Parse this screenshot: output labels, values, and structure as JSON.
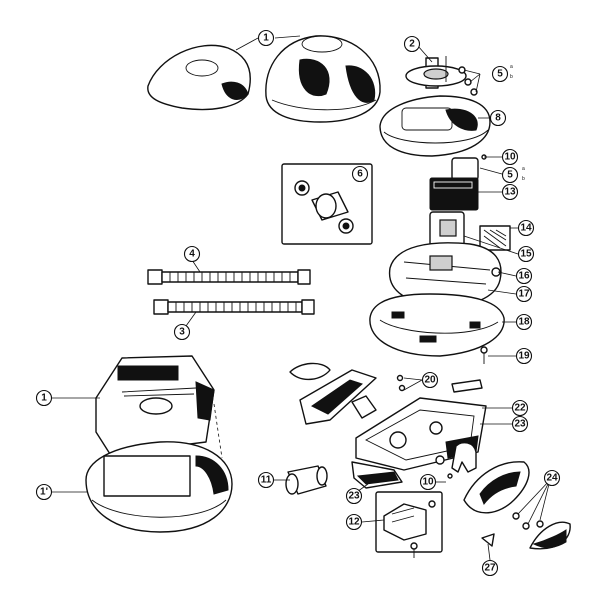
{
  "callouts": [
    {
      "id": "c1-top",
      "label": "1"
    },
    {
      "id": "c2",
      "label": "2"
    },
    {
      "id": "c5-top",
      "label": "5"
    },
    {
      "id": "c8",
      "label": "8"
    },
    {
      "id": "c10-top",
      "label": "10"
    },
    {
      "id": "c5-mid",
      "label": "5"
    },
    {
      "id": "c6",
      "label": "6"
    },
    {
      "id": "c13",
      "label": "13"
    },
    {
      "id": "c14",
      "label": "14"
    },
    {
      "id": "c15",
      "label": "15"
    },
    {
      "id": "c16",
      "label": "16"
    },
    {
      "id": "c17",
      "label": "17"
    },
    {
      "id": "c18",
      "label": "18"
    },
    {
      "id": "c19",
      "label": "19"
    },
    {
      "id": "c4",
      "label": "4"
    },
    {
      "id": "c3",
      "label": "3"
    },
    {
      "id": "c1-left",
      "label": "1"
    },
    {
      "id": "c1-prime",
      "label": "1'"
    },
    {
      "id": "c20",
      "label": "20"
    },
    {
      "id": "c22",
      "label": "22"
    },
    {
      "id": "c23-right",
      "label": "23"
    },
    {
      "id": "c11",
      "label": "11"
    },
    {
      "id": "c10-bottom",
      "label": "10"
    },
    {
      "id": "c23-bottom",
      "label": "23"
    },
    {
      "id": "c12",
      "label": "12"
    },
    {
      "id": "c24",
      "label": "24"
    },
    {
      "id": "c27",
      "label": "27"
    }
  ],
  "sub_letters": {
    "a": "a",
    "b": "b"
  }
}
